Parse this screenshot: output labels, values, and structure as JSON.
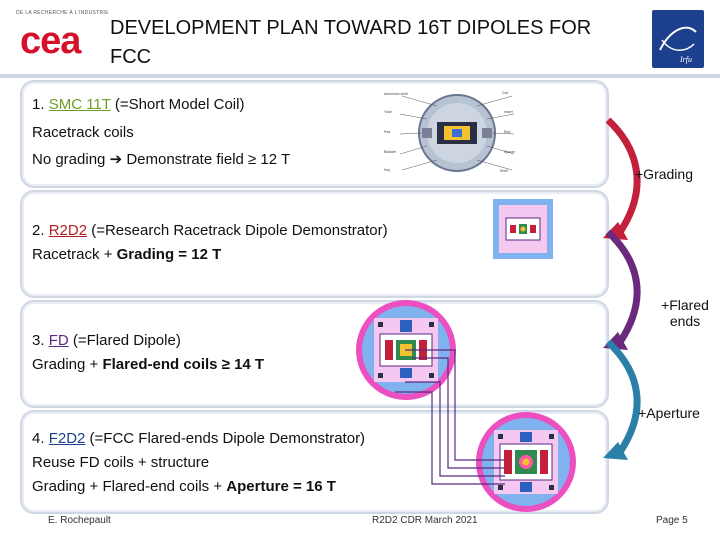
{
  "header": {
    "cea_top": "DE LA RECHERCHE À L'INDUSTRIE",
    "cea_logo": "cea",
    "title_line1": "DEVELOPMENT PLAN TOWARD 16T DIPOLES FOR",
    "title_line2": "FCC"
  },
  "steps": [
    {
      "number": "1.",
      "name": "SMC 11T",
      "desc": "(=Short Model Coil)",
      "line2": "Racetrack coils",
      "line3_a": "No grading",
      "line3_arrow": "➔",
      "line3_b": "Demonstrate field ≥ 12 T",
      "color": "#6e9d27"
    },
    {
      "number": "2.",
      "name": "R2D2",
      "desc": "(=Research Racetrack Dipole Demonstrator)",
      "line2_a": "Racetrack + ",
      "line2_b": "Grading = 12 T",
      "color": "#b01f24"
    },
    {
      "number": "3.",
      "name": "FD",
      "desc": "(=Flared Dipole)",
      "line2_a": "Grading + ",
      "line2_b": "Flared-end coils ≥ 14 T",
      "color": "#5a2a82"
    },
    {
      "number": "4.",
      "name": "F2D2",
      "desc": "(=FCC Flared-ends Dipole Demonstrator)",
      "line2": "Reuse FD coils + structure",
      "line3_a": "Grading + Flared-end coils + ",
      "line3_b": "Aperture = 16 T",
      "color": "#1c3f8e"
    }
  ],
  "transitions": {
    "grading": "+Grading",
    "flared_1": "+Flared",
    "flared_2": "ends",
    "aperture": "+Aperture"
  },
  "footer": {
    "author": "E. Rochepault",
    "event": "R2D2 CDR March 2021",
    "page": "Page 5"
  },
  "colors": {
    "cea_red": "#d5102a",
    "arrow_red": "#c2203b",
    "arrow_purple": "#6b2a7e",
    "arrow_blue": "#2b7fa8",
    "box_border": "#cfd6e4"
  },
  "icons": {
    "cea_logo": "cea-logo",
    "irfu_logo": "irfu-logo",
    "magnet": "magnet-cross-section-icon"
  }
}
